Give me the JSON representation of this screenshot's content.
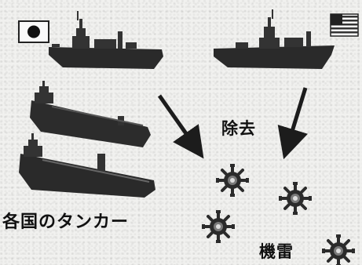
{
  "labels": {
    "remove": "除去",
    "tankers": "各国のタンカー",
    "mines": "機雷"
  },
  "colors": {
    "ink": "#1c1c1c",
    "ship_dark": "#2a2a2a",
    "ship_mid": "#5a5a5a",
    "japan_red": "#111111",
    "background": "#f1f1ef"
  },
  "icons": {
    "japan_flag": "japan-flag-icon",
    "us_flag": "us-flag-icon",
    "sea_mine": "sea-mine-icon"
  }
}
